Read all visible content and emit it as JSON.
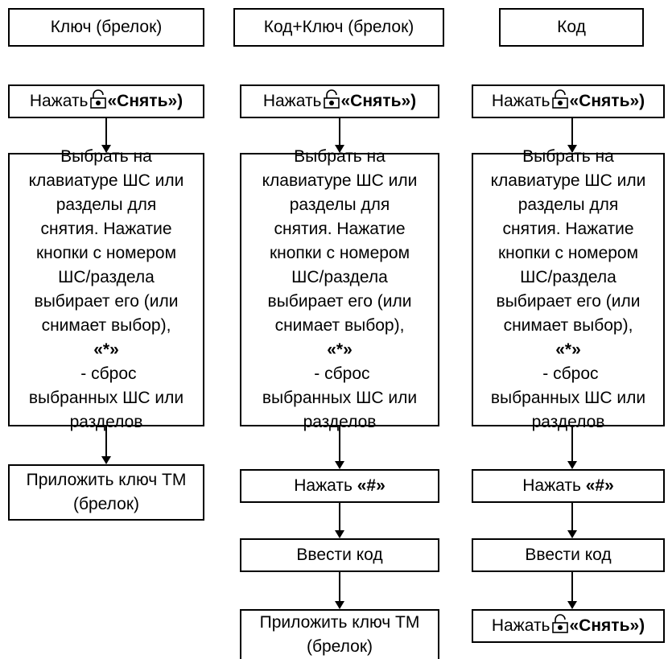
{
  "headers": {
    "col1": "Ключ (брелок)",
    "col2": "Код+Ключ (брелок)",
    "col3": "Код"
  },
  "steps": {
    "press_prefix": "Нажать",
    "lock_icon": "unlock-icon",
    "press_disarm": "«Снять»)",
    "select_lines": [
      "Выбрать на",
      "клавиатуре ШС или",
      "разделы для",
      "снятия. Нажатие",
      "кнопки с номером",
      "ШС/раздела",
      "выбирает его (или",
      "снимает выбор),"
    ],
    "reset_key": "«*»",
    "reset_rest": " - сброс",
    "select_tail": [
      "выбранных ШС или",
      "разделов"
    ],
    "press_hash_key": "«#»",
    "enter_code": "Ввести код",
    "apply_key_line1": "Приложить ключ ТМ",
    "apply_key_line2": "(брелок)"
  }
}
